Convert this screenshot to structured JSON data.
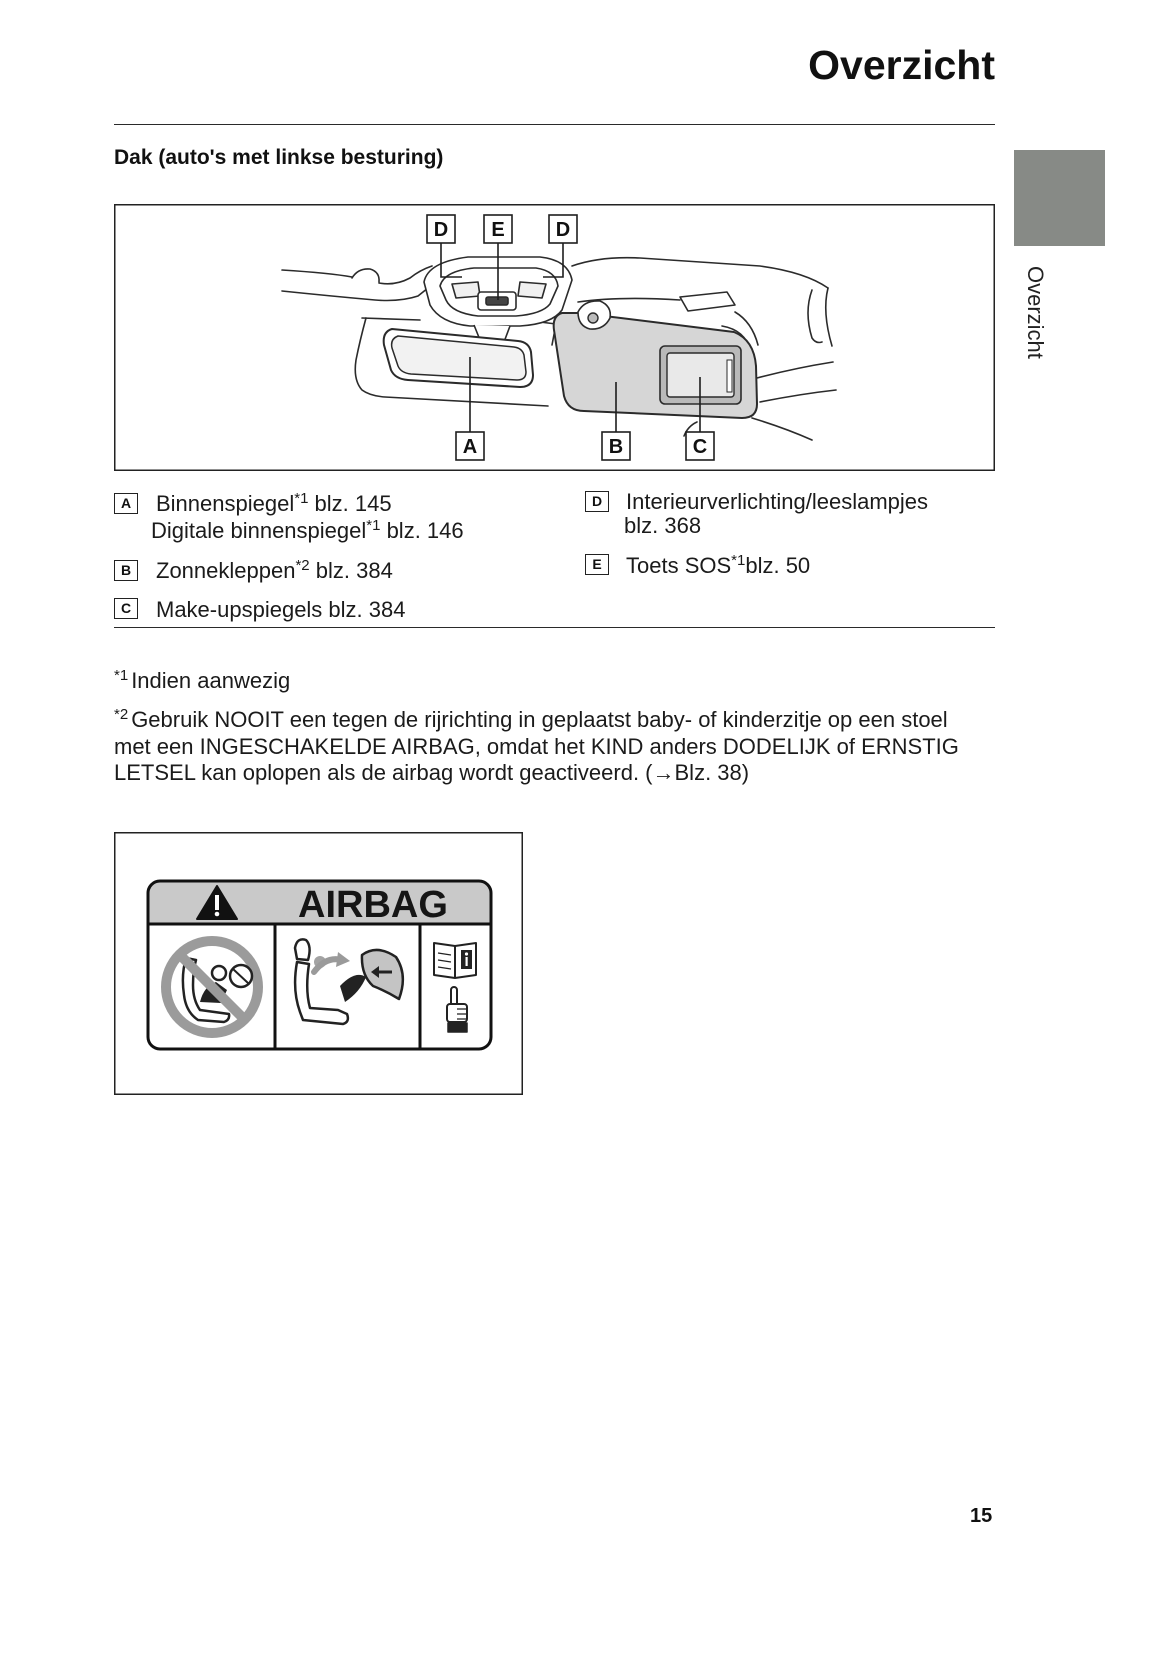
{
  "page": {
    "title": "Overzicht",
    "side_tab_label": "Overzicht",
    "page_number": "15"
  },
  "section": {
    "heading": "Dak (auto's met linkse besturing)"
  },
  "diagram": {
    "callouts": [
      "D",
      "E",
      "D",
      "A",
      "B",
      "C"
    ]
  },
  "legend": {
    "items": [
      {
        "key": "A",
        "lines": [
          {
            "text": "Binnenspiegel",
            "sup": "*1",
            "after": " blz. 145"
          },
          {
            "text": "Digitale binnenspiegel",
            "sup": "*1",
            "after": " blz. 146"
          }
        ]
      },
      {
        "key": "B",
        "lines": [
          {
            "text": "Zonnekleppen",
            "sup": "*2",
            "after": " blz. 384"
          }
        ]
      },
      {
        "key": "C",
        "lines": [
          {
            "text": "Make-upspiegels blz. 384"
          }
        ]
      },
      {
        "key": "D",
        "lines": [
          {
            "text": "Interieurverlichting/leeslampjes"
          },
          {
            "text": "blz. 368"
          }
        ]
      },
      {
        "key": "E",
        "lines": [
          {
            "text": "Toets SOS",
            "sup": "*1",
            "after": "blz. 50"
          }
        ]
      }
    ]
  },
  "footnotes": [
    {
      "marker": "*1",
      "lines": [
        "Indien aanwezig"
      ]
    },
    {
      "marker": "*2",
      "lines": [
        "Gebruik NOOIT een tegen de rijrichting in geplaatst baby- of kinderzitje op een stoel",
        "met een INGESCHAKELDE AIRBAG, omdat het KIND anders DODELIJK of ERNSTIG",
        "LETSEL kan oplopen als de airbag wordt geactiveerd. (→Blz. 38)"
      ]
    }
  ],
  "airbag_label": {
    "title": "AIRBAG",
    "icons": [
      "warning-triangle-icon",
      "no-rear-facing-child-seat-icon",
      "airbag-deployment-icon",
      "read-manual-icon",
      "pointing-hand-icon"
    ]
  },
  "colors": {
    "side_tab": "#878a86",
    "visor_fill": "#d6d6d6",
    "label_header": "#c9c9c9",
    "prohibition_ring": "#9b9b9b"
  }
}
